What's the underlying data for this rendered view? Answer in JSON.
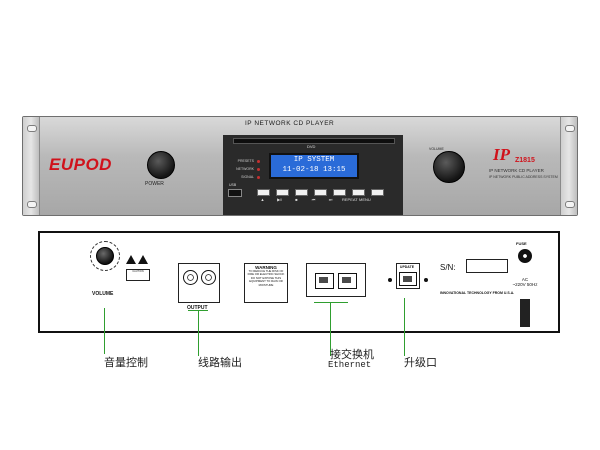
{
  "front_panel": {
    "brand": "EUPOD",
    "power_label": "POWER",
    "cd_title": "IP NETWORK CD PLAYER",
    "dvd_label": "DVD",
    "leds": [
      "PRESETS",
      "NETWORK",
      "SIGNAL"
    ],
    "lcd": {
      "line1": "IP SYSTEM",
      "line2": "11-02-18  13:15",
      "color": "#2a6bd8"
    },
    "usb_label": "USB",
    "buttons": [
      "▲",
      "▶‖",
      "■",
      "⏮",
      "⏭",
      "REPEAT",
      "MENU"
    ],
    "volume_label": "VOLUME",
    "model": {
      "prefix": "IP",
      "number": "Z1815",
      "subtitle": "IP NETWORK CD PLAYER",
      "sub2": "IP NETWORK PUBLIC ADDRESS SYSTEM"
    }
  },
  "rear_panel": {
    "volume_label": "VOLUME",
    "caution": "CAUTION",
    "output_label": "OUTPUT",
    "warning": {
      "title": "WARNING",
      "text": "TO REDUCE THE RISK OF FIRE OR ELECTRIC SHOCK DO NOT EXPOSE THIS EQUIPMENT TO RAIN OR MOISTURE"
    },
    "update_label": "UPDATE",
    "sn_label": "S/N:",
    "sn_text": "INNOVATIONAL TECHNOLOGY FROM U.S.A.",
    "fuse_label": "FUSE",
    "ac_label": "AC\n~220V 50Hz"
  },
  "callouts": {
    "volume": "音量控制",
    "output": "线路输出",
    "ethernet_cn": "接交换机",
    "ethernet_en": "Ethernet",
    "update": "升级口"
  },
  "colors": {
    "brand_red": "#d0121b",
    "callout_green": "#2f9e2f"
  }
}
